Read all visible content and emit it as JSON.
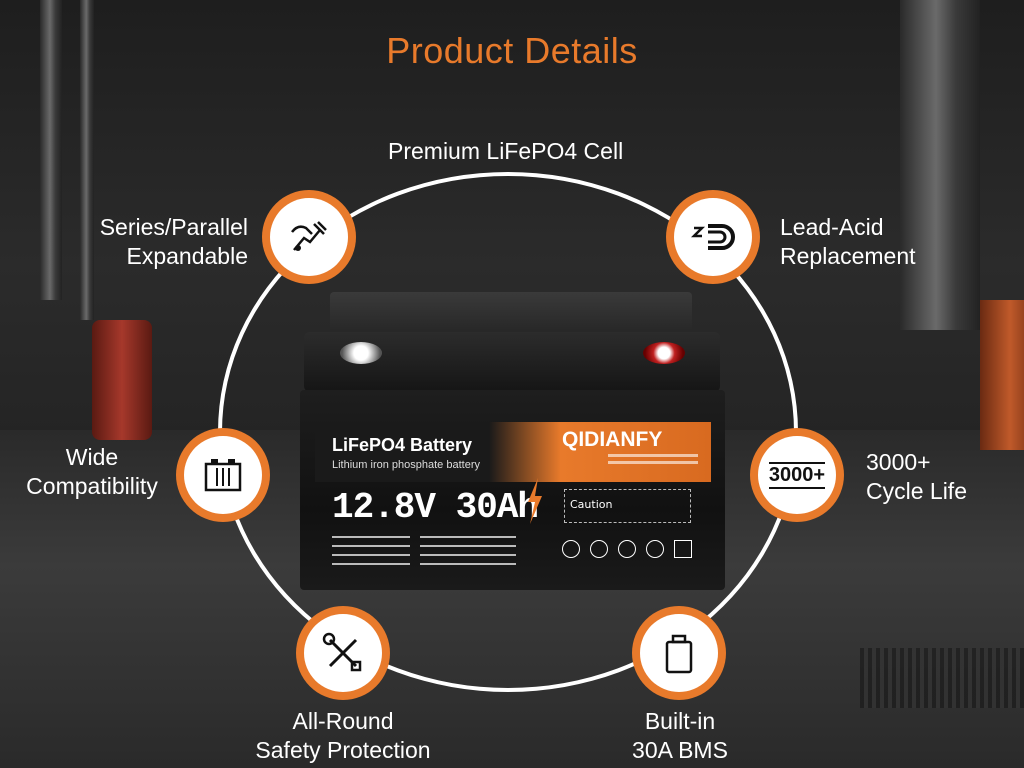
{
  "title": "Product  Details",
  "features": {
    "top": {
      "line1": "Premium LiFePO4 Cell",
      "icon": "battery-cell-icon"
    },
    "series": {
      "line1": "Series/Parallel",
      "line2": "Expandable",
      "icon": "hand-connect-icon"
    },
    "lead": {
      "line1": "Lead-Acid",
      "line2": "Replacement",
      "icon": "magnet-icon"
    },
    "wide": {
      "line1": "Wide",
      "line2": "Compatibility",
      "icon": "battery-pack-icon"
    },
    "cycle": {
      "badge": "3000+",
      "line1": "3000+",
      "line2": "Cycle Life"
    },
    "safety": {
      "line1": "All-Round",
      "line2": "Safety Protection",
      "icon": "tools-icon"
    },
    "bms": {
      "line1": "Built-in",
      "line2": "30A BMS",
      "icon": "bms-battery-icon"
    }
  },
  "battery": {
    "name": "LiFePO4 Battery",
    "subtitle": "Lithium iron phosphate battery",
    "brand": "QIDIANFY",
    "voltage_capacity": "12.8V 30Ah",
    "caution": "Caution"
  },
  "colors": {
    "accent": "#e87a2b",
    "ring": "#ffffff"
  }
}
